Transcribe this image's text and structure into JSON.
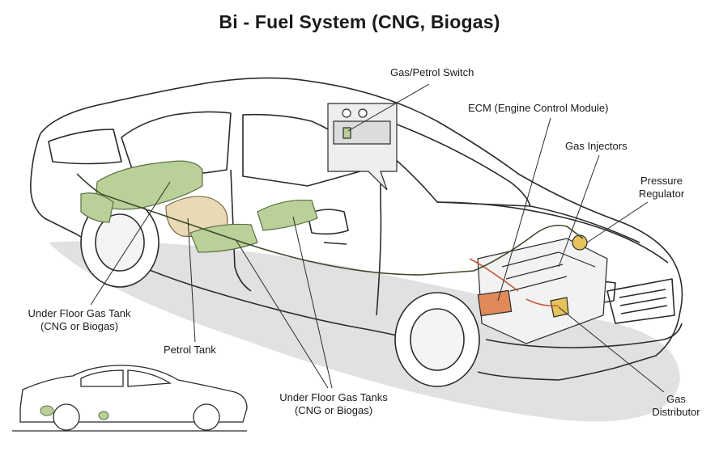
{
  "title": "Bi - Fuel System (CNG, Biogas)",
  "labels": {
    "gas_petrol_switch": "Gas/Petrol Switch",
    "ecm": "ECM (Engine Control Module)",
    "gas_injectors": "Gas Injectors",
    "pressure_regulator_line1": "Pressure",
    "pressure_regulator_line2": "Regulator",
    "under_floor_tank_line1": "Under Floor Gas Tank",
    "under_floor_tank_line2": "(CNG or Biogas)",
    "petrol_tank": "Petrol Tank",
    "under_floor_tanks_line1": "Under Floor Gas Tanks",
    "under_floor_tanks_line2": "(CNG or Biogas)",
    "gas_distributor_line1": "Gas",
    "gas_distributor_line2": "Distributor"
  },
  "colors": {
    "tank_green": "#b9d199",
    "petrol_beige": "#ead9b5",
    "ecm_orange": "#e08a5a",
    "regulator_yellow": "#e6c25a",
    "shadow_gray": "#d9d9d9",
    "outline": "#2b2b2b"
  }
}
